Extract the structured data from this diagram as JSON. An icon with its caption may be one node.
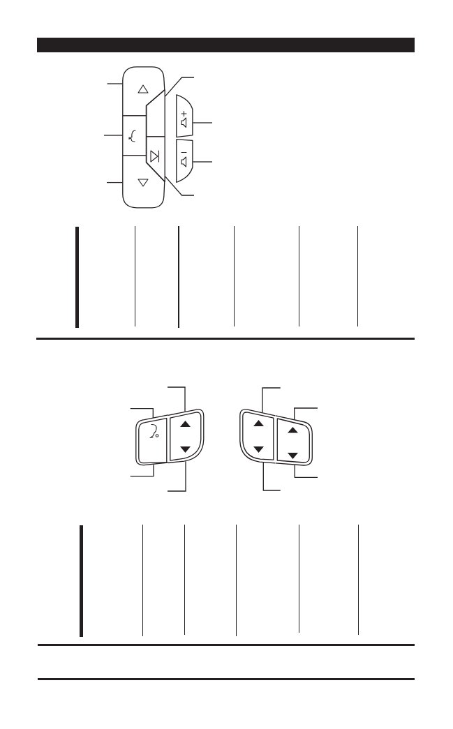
{
  "diagram": {
    "nodes": [
      {
        "text": [],
        "shape": "button"
      },
      {
        "text": [],
        "shape": "button"
      },
      {
        "text": [],
        "shape": "button"
      },
      {
        "text": [],
        "shape": "button"
      },
      {
        "text": [],
        "shape": "button"
      },
      {
        "text": [],
        "shape": "button"
      },
      {
        "text": [],
        "shape": "button"
      },
      {
        "text": [],
        "shape": "button"
      },
      {
        "text": [],
        "shape": "button"
      },
      {
        "text": [],
        "shape": "button"
      },
      {
        "text": [],
        "shape": "button"
      }
    ],
    "edges": [
      {
        "from": null,
        "to": 0,
        "arrow": "none"
      },
      {
        "from": null,
        "to": 1,
        "arrow": "none"
      },
      {
        "from": null,
        "to": 2,
        "arrow": "none"
      },
      {
        "from": null,
        "to": 3,
        "arrow": "none"
      },
      {
        "from": null,
        "to": 5,
        "arrow": "none"
      },
      {
        "from": null,
        "to": 6,
        "arrow": "none"
      },
      {
        "from": null,
        "to": 4,
        "arrow": "none"
      },
      {
        "from": null,
        "to": 7,
        "arrow": "none"
      },
      {
        "from": null,
        "to": 8,
        "arrow": "none"
      },
      {
        "from": null,
        "to": 7,
        "arrow": "none"
      },
      {
        "from": null,
        "to": 8,
        "arrow": "none"
      },
      {
        "from": null,
        "to": 9,
        "arrow": "none"
      },
      {
        "from": null,
        "to": 10,
        "arrow": "none"
      },
      {
        "from": null,
        "to": 10,
        "arrow": "none"
      },
      {
        "from": null,
        "to": 9,
        "arrow": "none"
      }
    ]
  }
}
